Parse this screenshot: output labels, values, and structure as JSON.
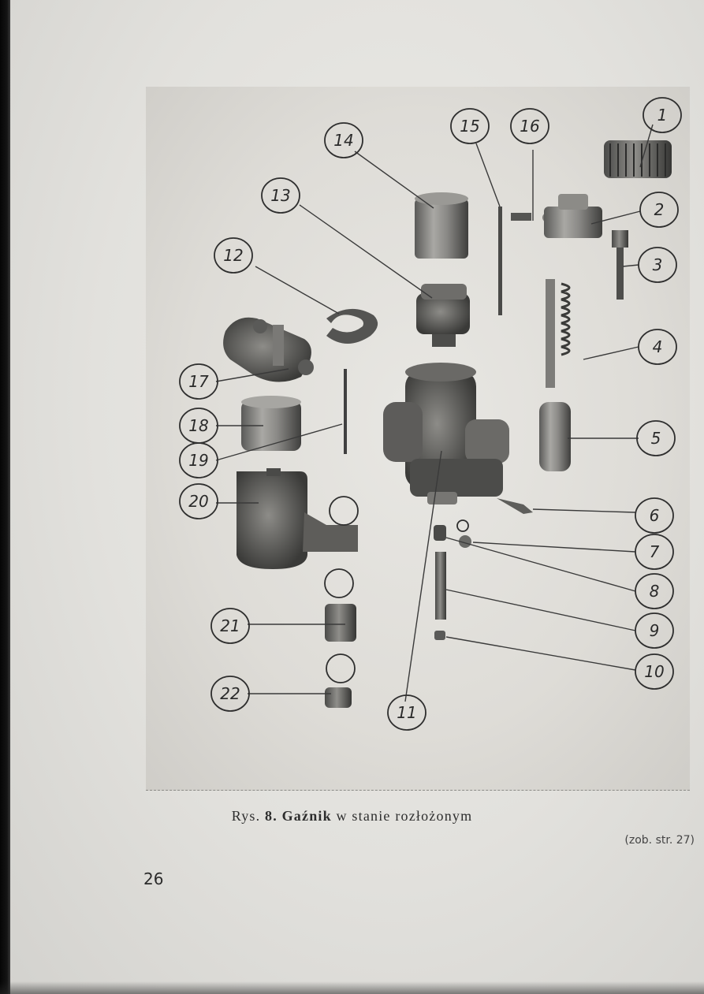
{
  "figure": {
    "callouts": [
      "1",
      "2",
      "3",
      "4",
      "5",
      "6",
      "7",
      "8",
      "9",
      "10",
      "11",
      "12",
      "13",
      "14",
      "15",
      "16",
      "17",
      "18",
      "19",
      "20",
      "21",
      "22"
    ]
  },
  "caption": {
    "prefix": "Rys.",
    "number": "8.",
    "bold_word": "Gaźnik",
    "rest": "w stanie rozłożonym"
  },
  "reference": "(zob. str. 27)",
  "page_number": "26"
}
